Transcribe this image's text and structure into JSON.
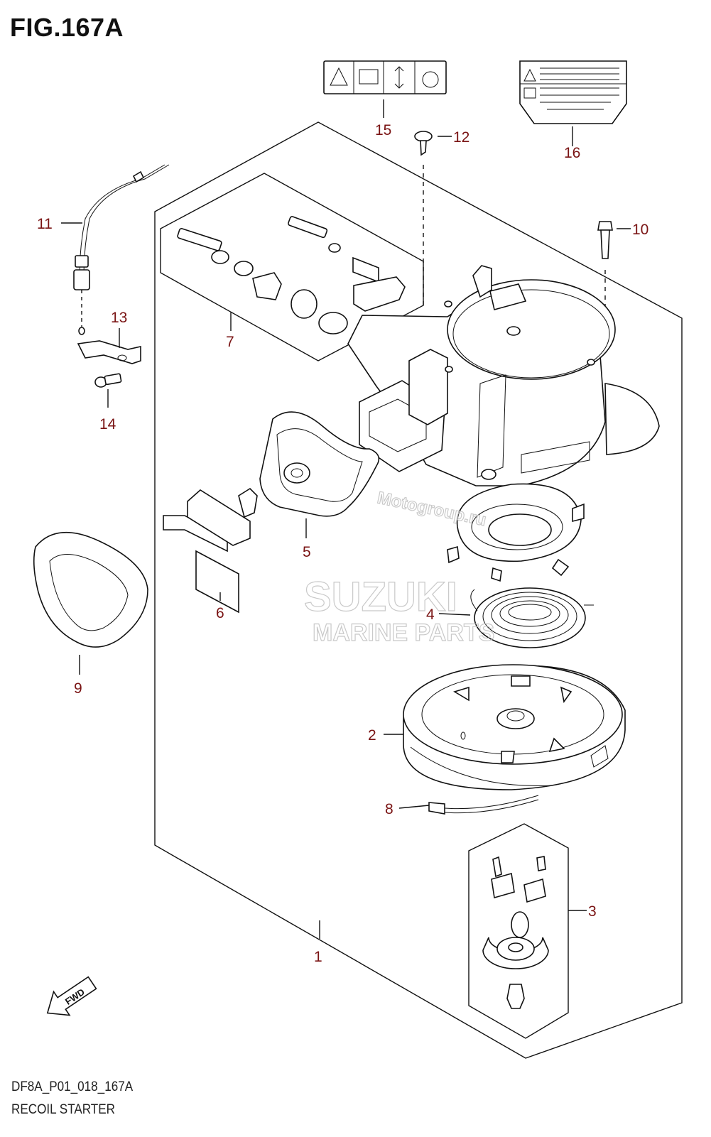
{
  "figure": {
    "title": "FIG.167A",
    "code": "DF8A_P01_018_167A",
    "name": "RECOIL STARTER"
  },
  "callouts": [
    {
      "id": "1",
      "label": "1"
    },
    {
      "id": "2",
      "label": "2"
    },
    {
      "id": "3",
      "label": "3"
    },
    {
      "id": "4",
      "label": "4"
    },
    {
      "id": "5",
      "label": "5"
    },
    {
      "id": "6",
      "label": "6"
    },
    {
      "id": "7",
      "label": "7"
    },
    {
      "id": "8",
      "label": "8"
    },
    {
      "id": "9",
      "label": "9"
    },
    {
      "id": "10",
      "label": "10"
    },
    {
      "id": "11",
      "label": "11"
    },
    {
      "id": "12",
      "label": "12"
    },
    {
      "id": "13",
      "label": "13"
    },
    {
      "id": "14",
      "label": "14"
    },
    {
      "id": "15",
      "label": "15"
    },
    {
      "id": "16",
      "label": "16"
    }
  ],
  "fwd_label": "FWD",
  "watermarks": {
    "brand": "SUZUKI",
    "sub": "MARINE PARTS",
    "diag": "Motogroup.ru"
  },
  "colors": {
    "callout": "#7a1414",
    "line": "#111111",
    "watermark": "#c4c4c4"
  }
}
